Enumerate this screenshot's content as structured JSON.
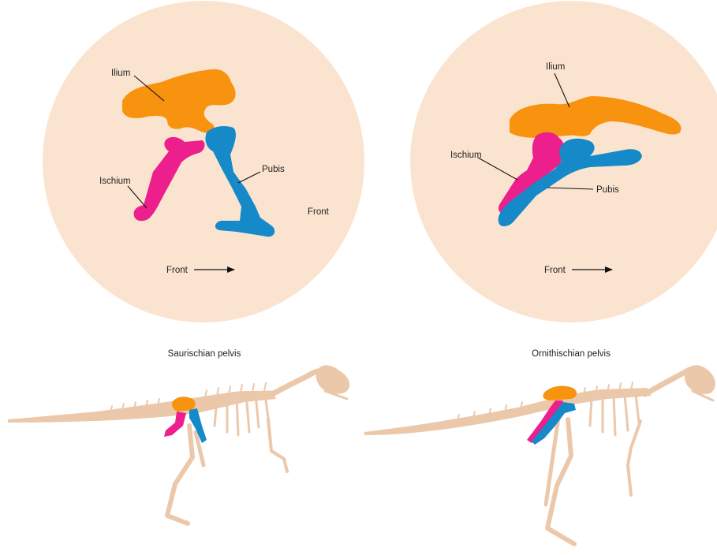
{
  "colors": {
    "background_circle": "#fbe4cf",
    "ilium": "#f7930f",
    "ischium": "#ec1f8d",
    "pubis": "#1689c9",
    "skeleton": "#ecc8ab",
    "text": "#222222"
  },
  "left_panel": {
    "caption": "Saurischian pelvis",
    "labels": {
      "ilium": "Ilium",
      "ischium": "Ischium",
      "pubis": "Pubis",
      "front_side": "Front",
      "front_arrow": "Front"
    }
  },
  "right_panel": {
    "caption": "Ornithischian pelvis",
    "labels": {
      "ilium": "Ilium",
      "ischium": "Ischium",
      "pubis": "Pubis",
      "front_arrow": "Front"
    }
  },
  "icons": [
    "arrow-right-icon",
    "dinosaur-skeleton-icon"
  ]
}
